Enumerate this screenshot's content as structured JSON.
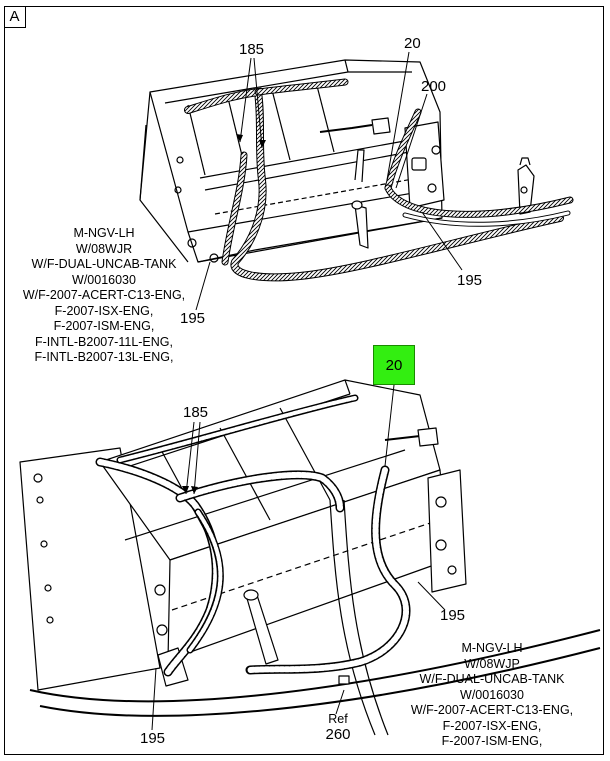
{
  "panel_label": "A",
  "top_view": {
    "callouts": {
      "c185": "185",
      "c20": "20",
      "c200": "200",
      "c195_right": "195",
      "c195_left": "195"
    },
    "notes": [
      "M-NGV-LH",
      "W/08WJR",
      "W/F-DUAL-UNCAB-TANK",
      "W/0016030",
      "W/F-2007-ACERT-C13-ENG,",
      "F-2007-ISX-ENG,",
      "F-2007-ISM-ENG,",
      "F-INTL-B2007-11L-ENG,",
      "F-INTL-B2007-13L-ENG,"
    ]
  },
  "bottom_view": {
    "highlight": {
      "label": "20",
      "color": "#33ee11"
    },
    "callouts": {
      "c185": "185",
      "c195_right": "195",
      "c195_left": "195"
    },
    "ref": {
      "word": "Ref",
      "number": "260"
    },
    "notes": [
      "M-NGV-LH",
      "W/08WJP",
      "W/F-DUAL-UNCAB-TANK",
      "W/0016030",
      "W/F-2007-ACERT-C13-ENG,",
      "F-2007-ISX-ENG,",
      "F-2007-ISM-ENG,"
    ]
  }
}
